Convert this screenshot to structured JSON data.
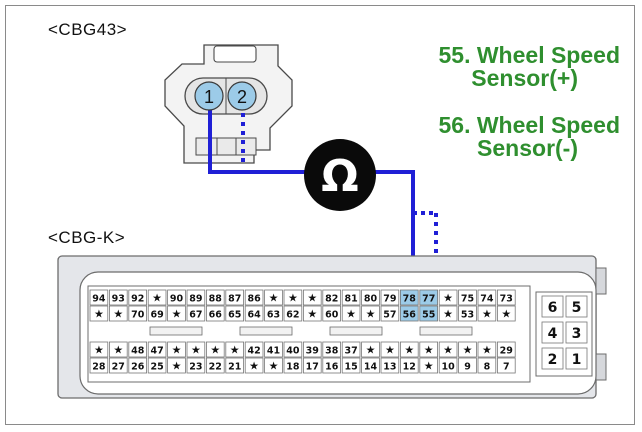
{
  "labels": {
    "upper_connector": "<CBG43>",
    "lower_connector": "<CBG-K>",
    "ohm_symbol": "Ω"
  },
  "sensor_pins": [
    "1",
    "2"
  ],
  "signals": {
    "s55_line1": "55. Wheel Speed",
    "s55_line2": "Sensor(+)",
    "s56_line1": "56. Wheel Speed",
    "s56_line2": "Sensor(-)"
  },
  "colors": {
    "wire": "#1f1fd6",
    "pin": "#9ccbe8",
    "label_green": "#2f8f2f",
    "meter": "#0a0a0a"
  },
  "pcm": {
    "row1": [
      "94",
      "93",
      "92",
      "★",
      "90",
      "89",
      "88",
      "87",
      "86",
      "★",
      "★",
      "★",
      "82",
      "81",
      "80",
      "79",
      "78",
      "77",
      "★",
      "75",
      "74",
      "73"
    ],
    "row2": [
      "★",
      "★",
      "70",
      "69",
      "★",
      "67",
      "66",
      "65",
      "64",
      "63",
      "62",
      "★",
      "60",
      "★",
      "★",
      "57",
      "56",
      "55",
      "★",
      "53",
      "★",
      "★"
    ],
    "row3": [
      "★",
      "★",
      "48",
      "47",
      "★",
      "★",
      "★",
      "★",
      "42",
      "41",
      "40",
      "39",
      "38",
      "37",
      "★",
      "★",
      "★",
      "★",
      "★",
      "★",
      "★",
      "29"
    ],
    "row4": [
      "28",
      "27",
      "26",
      "25",
      "★",
      "23",
      "22",
      "21",
      "★",
      "★",
      "18",
      "17",
      "16",
      "15",
      "14",
      "13",
      "12",
      "★",
      "10",
      "9",
      "8",
      "7"
    ],
    "highlight": [
      "78",
      "77",
      "56",
      "55"
    ],
    "side": [
      [
        "6",
        "5"
      ],
      [
        "4",
        "3"
      ],
      [
        "2",
        "1"
      ]
    ]
  }
}
